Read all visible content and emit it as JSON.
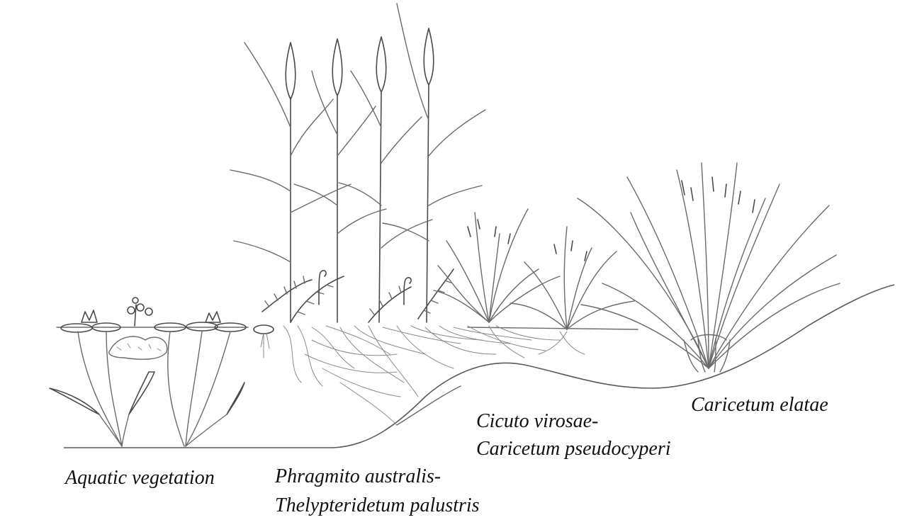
{
  "labels": {
    "aquatic": "Aquatic vegetation",
    "phragmito_line1": "Phragmito australis-",
    "phragmito_line2": "Thelypteridetum palustris",
    "cicuto_line1": "Cicuto virosae-",
    "cicuto_line2": "Caricetum pseudocyperi",
    "caricetum_elatae": "Caricetum elatae"
  },
  "zones": [
    {
      "name": "aquatic-vegetation",
      "plants": [
        "water-lily",
        "submerged-plant"
      ]
    },
    {
      "name": "reed-fern",
      "plants": [
        "reed",
        "fern"
      ]
    },
    {
      "name": "sedge-tussock",
      "plants": [
        "sedge"
      ]
    },
    {
      "name": "tall-sedge",
      "plants": [
        "tall-sedge"
      ]
    }
  ]
}
